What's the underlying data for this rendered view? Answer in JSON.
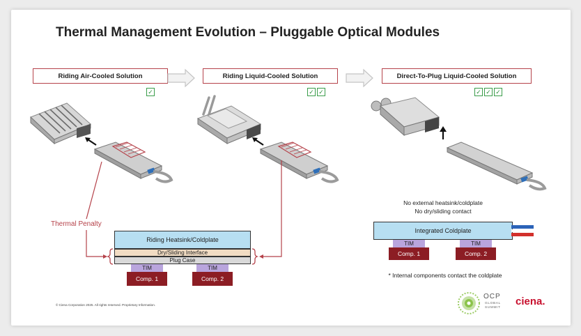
{
  "title": "Thermal Management Evolution – Pluggable Optical Modules",
  "solutions": [
    {
      "label": "Riding Air-Cooled Solution",
      "checks": [
        "✓"
      ]
    },
    {
      "label": "Riding Liquid-Cooled Solution",
      "checks": [
        "✓",
        "✓"
      ]
    },
    {
      "label": "Direct-To-Plug Liquid-Cooled Solution",
      "checks": [
        "✓",
        "✓",
        "✓"
      ]
    }
  ],
  "stack_left": {
    "heatsink": "Riding Heatsink/Coldplate",
    "dry": "Dry/Sliding Interface",
    "plug": "Plug Case",
    "tim1": "TIM",
    "comp1": "Comp. 1",
    "tim2": "TIM",
    "comp2": "Comp. 2"
  },
  "thermal_penalty": "Thermal Penalty",
  "right_notes": {
    "line1": "No external heatsink/coldplate",
    "line2": "No dry/sliding contact"
  },
  "stack_right": {
    "coldplate": "Integrated Coldplate",
    "tim1": "TIM",
    "comp1": "Comp. 1",
    "tim2": "TIM",
    "comp2": "Comp. 2"
  },
  "footnote": "* Internal components contact the coldplate",
  "copyright": "© Ciena Corporation 2025. All rights reserved. Proprietary Information.",
  "ocp": {
    "name": "OCP",
    "line1": "GLOBAL",
    "line2": "SUMMIT"
  },
  "ciena_logo": "ciena.",
  "colors": {
    "accent_red": "#b5424a",
    "check_green": "#3a9d4a",
    "coldplate_blue": "#b7dff2",
    "comp_red": "#8c1d24",
    "tim_purple": "#b9a5dd"
  },
  "icons": [
    "module-cage-photo",
    "pluggable-module-photo",
    "process-arrow",
    "insert-arrow-icon",
    "check-icon",
    "liquid-pipe-icon",
    "ocp-logo-icon"
  ]
}
